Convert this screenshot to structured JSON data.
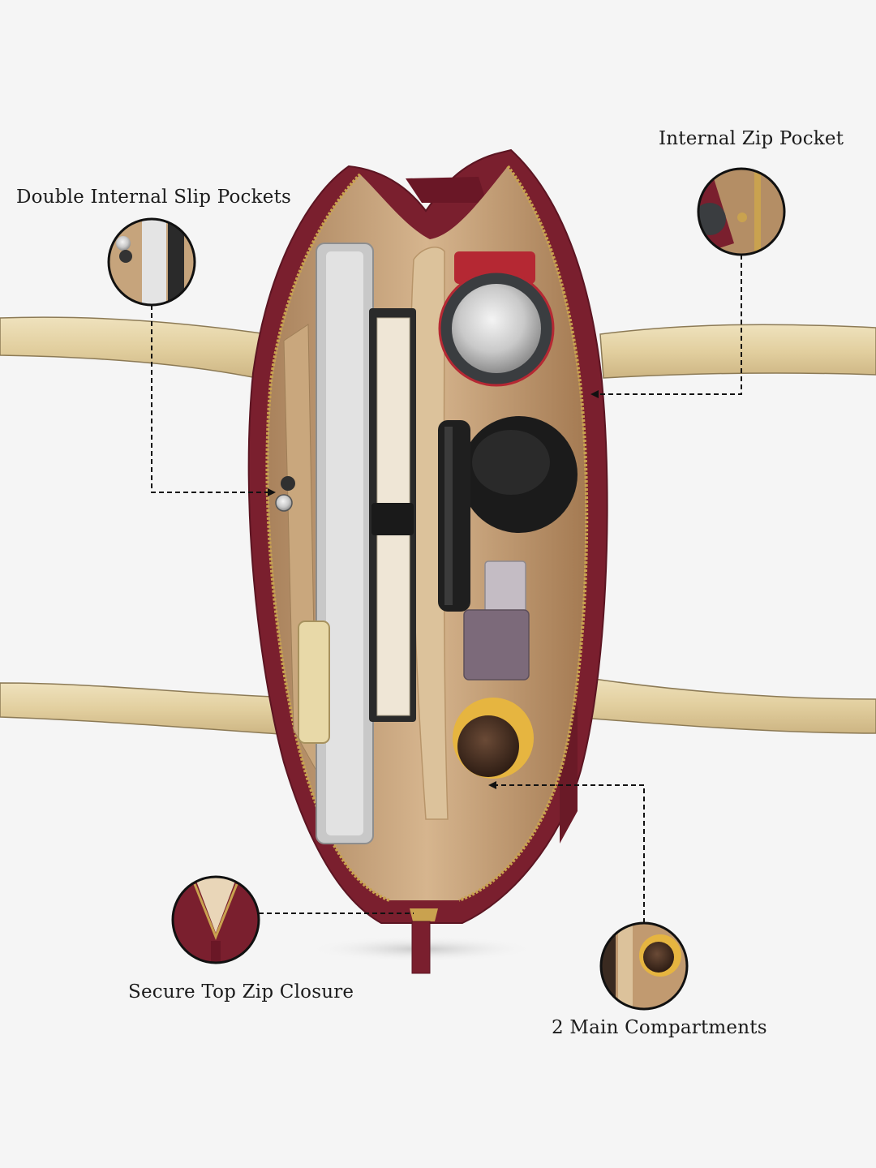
{
  "features": {
    "slip_pockets": "Double Internal Slip Pockets",
    "zip_pocket": "Internal Zip Pocket",
    "top_zip": "Secure Top Zip Closure",
    "compartments": "2 Main Compartments"
  },
  "colors": {
    "background": "#f5f5f5",
    "bag_maroon": "#7a1f2e",
    "lining_tan": "#c8a27a",
    "strap_gold": "#e4d2a4",
    "callout_line": "#111111"
  }
}
